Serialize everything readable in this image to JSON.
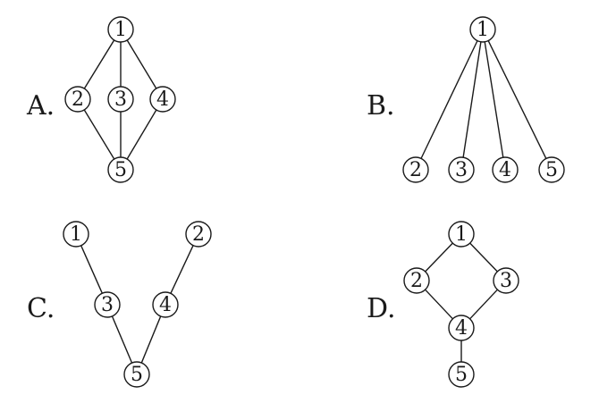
{
  "options": [
    {
      "label": "A.",
      "nodes": [
        "①",
        "②",
        "③",
        "④",
        "⑤"
      ],
      "edges": [
        [
          "①",
          "②"
        ],
        [
          "①",
          "③"
        ],
        [
          "①",
          "④"
        ],
        [
          "②",
          "⑤"
        ],
        [
          "③",
          "⑤"
        ],
        [
          "④",
          "⑤"
        ]
      ]
    },
    {
      "label": "B.",
      "nodes": [
        "①",
        "②",
        "③",
        "④",
        "⑤"
      ],
      "edges": [
        [
          "①",
          "②"
        ],
        [
          "①",
          "③"
        ],
        [
          "①",
          "④"
        ],
        [
          "①",
          "⑤"
        ]
      ]
    },
    {
      "label": "C.",
      "nodes": [
        "①",
        "②",
        "③",
        "④",
        "⑤"
      ],
      "edges": [
        [
          "①",
          "③"
        ],
        [
          "②",
          "④"
        ],
        [
          "③",
          "⑤"
        ],
        [
          "④",
          "⑤"
        ]
      ]
    },
    {
      "label": "D.",
      "nodes": [
        "①",
        "②",
        "③",
        "④",
        "⑤"
      ],
      "edges": [
        [
          "①",
          "②"
        ],
        [
          "①",
          "③"
        ],
        [
          "②",
          "④"
        ],
        [
          "③",
          "④"
        ],
        [
          "④",
          "⑤"
        ]
      ]
    }
  ]
}
